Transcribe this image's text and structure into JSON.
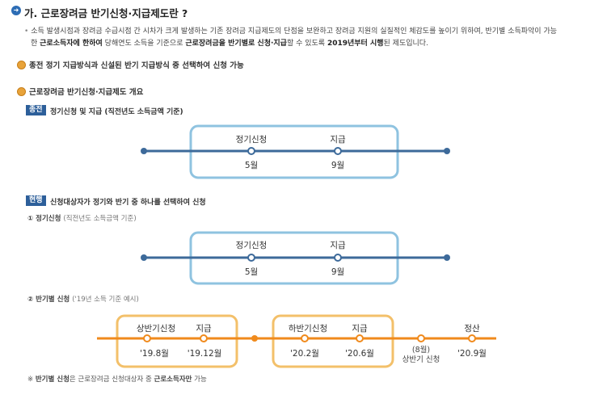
{
  "title": "가. 근로장려금 반기신청·지급제도란 ?",
  "intro": {
    "line1": "소득 발생시점과 장려금 수급시점 간 시차가 크게 발생하는 기존 장려금 지급제도의 단점을 보완하고 장려금 지원의 실질적인 체감도를 높이기 위하여, 반기별 소득파악이 가능",
    "line2_pre": "한 ",
    "line2_b1": "근로소득자에 한하여",
    "line2_mid": " 당해연도 소득을 기준으로 ",
    "line2_b2": "근로장려금을 반기별로 신청·지급",
    "line2_mid2": "할 수 있도록 ",
    "line2_b3": "2019년부터 시행",
    "line2_post": "된 제도입니다."
  },
  "points": [
    "종전 정기 지급방식과 신설된 반기 지급방식 중 선택하여 신청 가능",
    "근로장려금 반기신청·지급제도 개요"
  ],
  "previous": {
    "tag": "종전",
    "desc": "정기신청 및 지급 (직전년도 소득금액 기준)",
    "labels": [
      "정기신청",
      "지급"
    ],
    "months": [
      "5월",
      "9월"
    ]
  },
  "current": {
    "tag": "현행",
    "desc": "신청대상자가 정기와 반기 중 하나를 선택하여 신청",
    "regular": {
      "label": "① 정기신청",
      "sub": "(직전년도 소득금액 기준)",
      "labels": [
        "정기신청",
        "지급"
      ],
      "months": [
        "5월",
        "9월"
      ]
    },
    "half": {
      "label": "② 반기별 신청",
      "sub": "('19년 소득 기준 예시)",
      "group1": {
        "labels": [
          "상반기신청",
          "지급"
        ],
        "dates": [
          "'19.8월",
          "'19.12월"
        ]
      },
      "group2": {
        "labels": [
          "하반기신청",
          "지급"
        ],
        "dates": [
          "'20.2월",
          "'20.6월"
        ]
      },
      "extra": {
        "line1": "(8월)",
        "line2": "상반기 신청"
      },
      "settle": {
        "label": "정산",
        "date": "'20.9월"
      }
    }
  },
  "footnote": {
    "pre": "※ ",
    "bold": "반기별 신청",
    "mid": "은 근로장려금 신청대상자 중 ",
    "bold2": "근로소득자만",
    "post": " 가능"
  },
  "colors": {
    "blue_line": "#3d6a9a",
    "blue_box": "#8fc3e0",
    "orange_line": "#f08a1c",
    "orange_box": "#f3c06a",
    "tag": "#2d5f9a"
  }
}
